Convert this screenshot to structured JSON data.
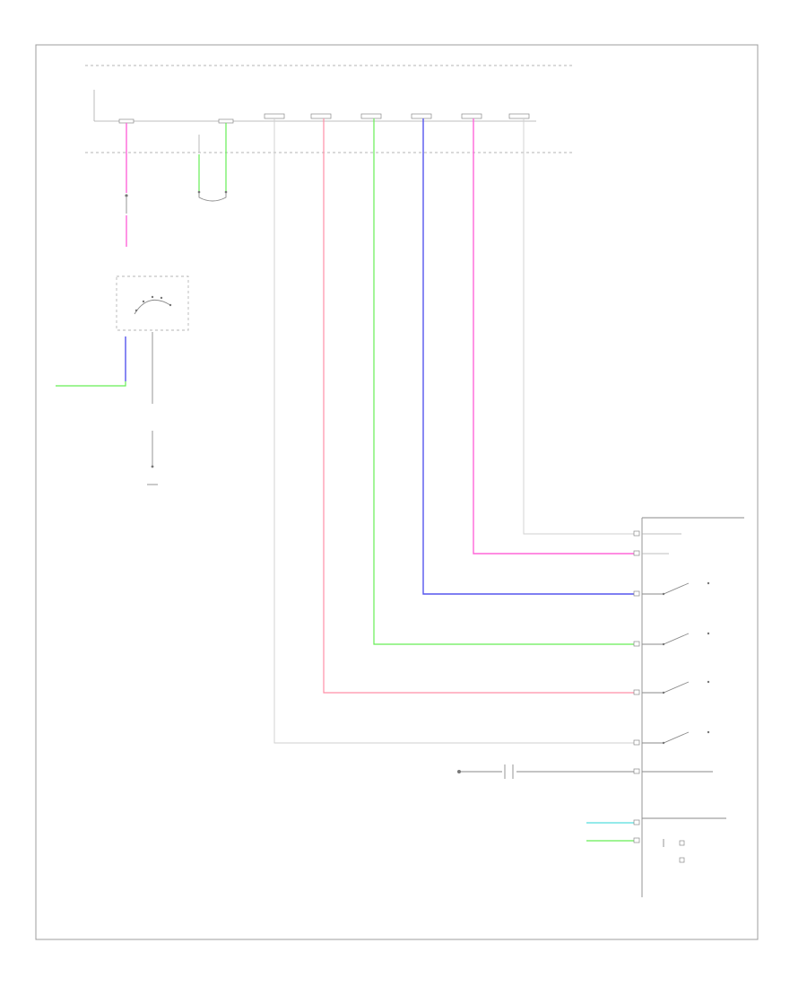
{
  "figure_id": "",
  "labels": {
    "top_connector_ref": "",
    "bottom_module": "",
    "neutral_switch": "",
    "clutch_switch": "",
    "trans_range_sensor": "",
    "clutch_pedal": "",
    "left_ground": "",
    "park_neutral": "",
    "shift_lock": ""
  },
  "wires": [
    {
      "id": "w1",
      "color": "#ff66d9"
    },
    {
      "id": "w2",
      "color": "#66ee55"
    },
    {
      "id": "w3",
      "color": "#cfcfcf"
    },
    {
      "id": "w4",
      "color": "#ff8fa6"
    },
    {
      "id": "w5",
      "color": "#66ee55"
    },
    {
      "id": "w6",
      "color": "#5555ee"
    },
    {
      "id": "w7",
      "color": "#ff66d9"
    },
    {
      "id": "w8",
      "color": "#cfcfcf"
    }
  ]
}
